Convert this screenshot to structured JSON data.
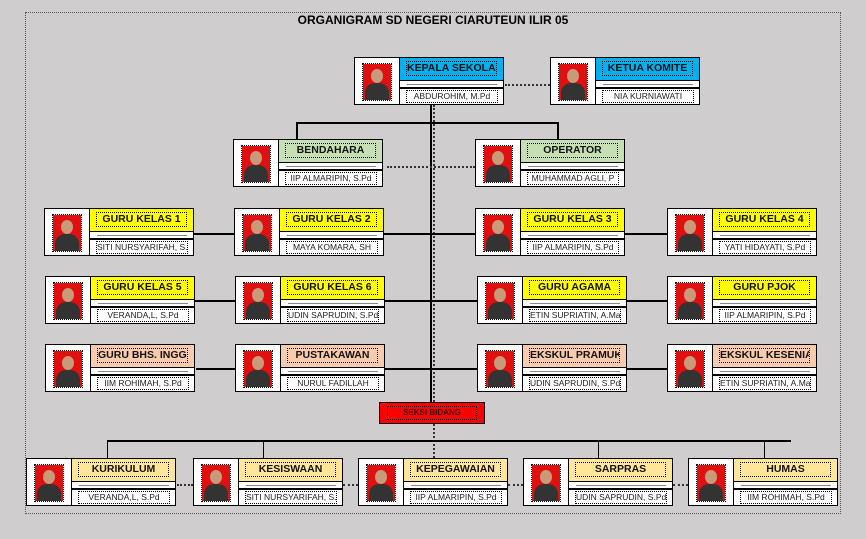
{
  "title": "ORGANIGRAM SD NEGERI CIARUTEUN ILIR 05",
  "colors": {
    "blue": "#00b0f0",
    "yellow": "#ffff00",
    "green": "#c6e0b4",
    "peach": "#f8cbad",
    "orange": "#ffe699",
    "red": "#ff0000"
  },
  "seksi_bidang": "SEKSI BIDANG",
  "cards": [
    {
      "role": "KEPALA SEKOLAH",
      "name": "ABDUROHIM, M.Pd",
      "color": "blue"
    },
    {
      "role": "KETUA KOMITE",
      "name": "NIA KURNIAWATI",
      "color": "blue"
    },
    {
      "role": "BENDAHARA",
      "name": "IIP ALMARIPIN, S.Pd",
      "color": "green"
    },
    {
      "role": "OPERATOR",
      "name": "MUHAMMAD AGLI, P",
      "color": "green"
    },
    {
      "role": "GURU KELAS 1",
      "name": "SITI NURSYARIFAH, S.Pd",
      "color": "yellow"
    },
    {
      "role": "GURU KELAS 2",
      "name": "MAYA KOMARA, SH",
      "color": "yellow"
    },
    {
      "role": "GURU KELAS 3",
      "name": "IIP ALMARIPIN, S.Pd",
      "color": "yellow"
    },
    {
      "role": "GURU KELAS 4",
      "name": "YATI HIDAYATI, S.Pd",
      "color": "yellow"
    },
    {
      "role": "GURU KELAS 5",
      "name": "VERANDA,L,  S.Pd",
      "color": "yellow"
    },
    {
      "role": "GURU KELAS 6",
      "name": "UDIN SAPRUDIN, S.Pd",
      "color": "yellow"
    },
    {
      "role": "GURU AGAMA",
      "name": "ETIN SUPRIATIN, A.Ma.Pd",
      "color": "yellow"
    },
    {
      "role": "GURU PJOK",
      "name": "IIP ALMARIPIN, S.Pd",
      "color": "yellow"
    },
    {
      "role": "GURU BHS. INGGRIS",
      "name": "IIM ROHIMAH, S.Pd",
      "color": "peach"
    },
    {
      "role": "PUSTAKAWAN",
      "name": "NURUL FADILLAH",
      "color": "peach"
    },
    {
      "role": "EKSKUL PRAMUKA",
      "name": "UDIN SAPRUDIN, S.Pd",
      "color": "peach"
    },
    {
      "role": "EKSKUL KESENIAN",
      "name": "ETIN SUPRIATIN, A.Ma.Pd",
      "color": "peach"
    },
    {
      "role": "KURIKULUM",
      "name": "VERANDA,L,  S.Pd",
      "color": "orange"
    },
    {
      "role": "KESISWAAN",
      "name": "SITI NURSYARIFAH, S.Pd",
      "color": "orange"
    },
    {
      "role": "KEPEGAWAIAN",
      "name": "IIP ALMARIPIN, S.Pd",
      "color": "orange"
    },
    {
      "role": "SARPRAS",
      "name": "UDIN SAPRUDIN, S.Pd",
      "color": "orange"
    },
    {
      "role": "HUMAS",
      "name": "IIM ROHIMAH, S.Pd",
      "color": "orange"
    }
  ]
}
